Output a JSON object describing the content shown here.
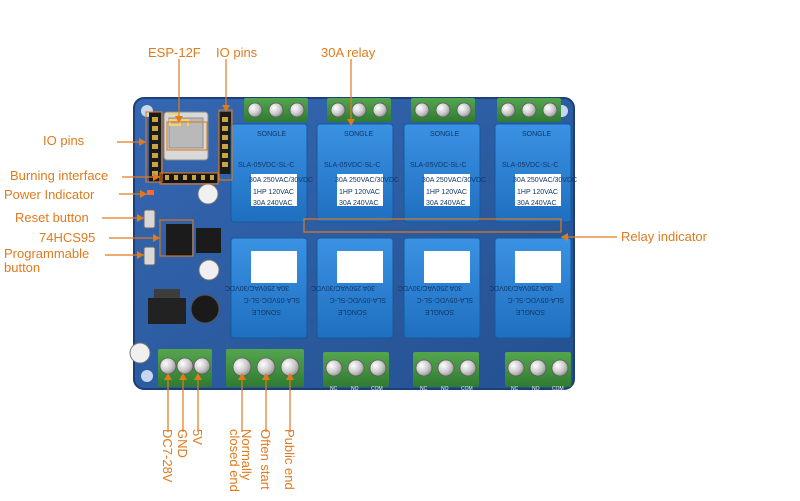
{
  "labels": {
    "esp12f": "ESP-12F",
    "io_pins_top": "IO pins",
    "relay_30a": "30A relay",
    "io_pins_left": "IO pins",
    "burning_interface": "Burning interface",
    "power_indicator": "Power Indicator",
    "reset_button": "Reset button",
    "chip_74hcs95": "74HCS95",
    "programmable_button_1": "Programmable",
    "programmable_button_2": "button",
    "relay_indicator": "Relay indicator",
    "dc_input": "DC7-28V",
    "gnd": "GND",
    "five_v": "5V",
    "normally_closed_1": "Normally",
    "normally_closed_2": "closed end",
    "often_start": "Often start",
    "public_end": "Public end"
  },
  "relay_printing": {
    "brand": "SONGLE",
    "model": "SLA-05VDC-SL-C",
    "spec1": "30A 250VAC/30VDC",
    "spec2": "1HP 120VAC",
    "spec3": "30A 240VAC"
  },
  "silk": {
    "nc": "NC",
    "no": "NO",
    "com": "COM"
  },
  "colors": {
    "accent": "#e07a1e",
    "board": "#2f5ea6",
    "relay": "#2f83d6",
    "terminal_green": "#3f8f3e"
  }
}
